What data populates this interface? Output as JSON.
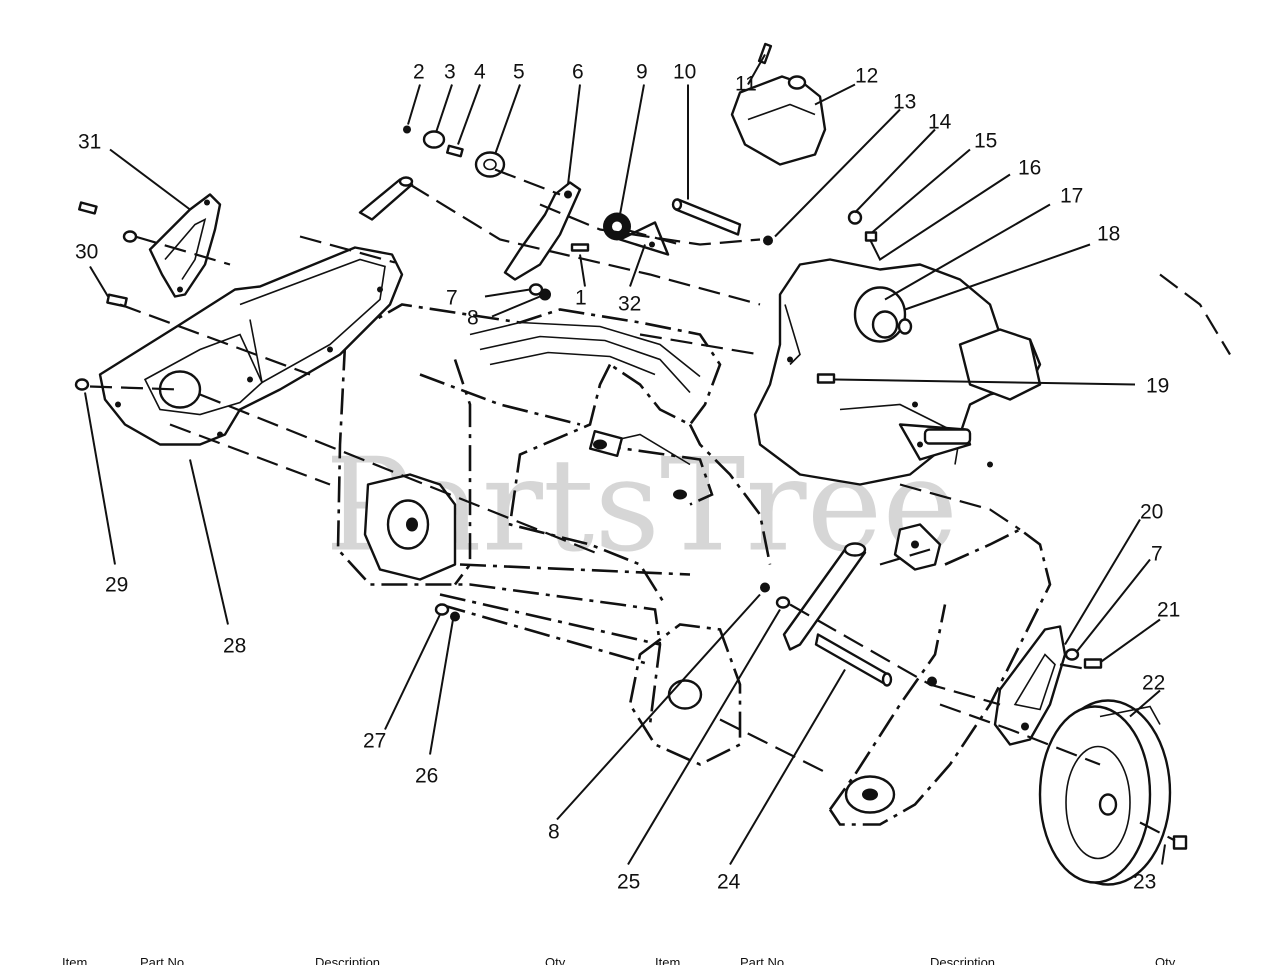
{
  "watermark": "PartsTree",
  "callouts": [
    "1",
    "2",
    "3",
    "4",
    "5",
    "6",
    "7",
    "8",
    "9",
    "10",
    "11",
    "12",
    "13",
    "14",
    "15",
    "16",
    "17",
    "18",
    "19",
    "20",
    "7",
    "21",
    "22",
    "23",
    "24",
    "25",
    "8",
    "26",
    "27",
    "28",
    "29",
    "30",
    "31",
    "32"
  ],
  "table_header": {
    "col_a": "Item",
    "col_b": "Part No.",
    "col_c": "Description",
    "col_d": "Qty.",
    "col_e": "Item",
    "col_f": "Part No.",
    "col_g": "Description",
    "col_h": "Qty."
  }
}
